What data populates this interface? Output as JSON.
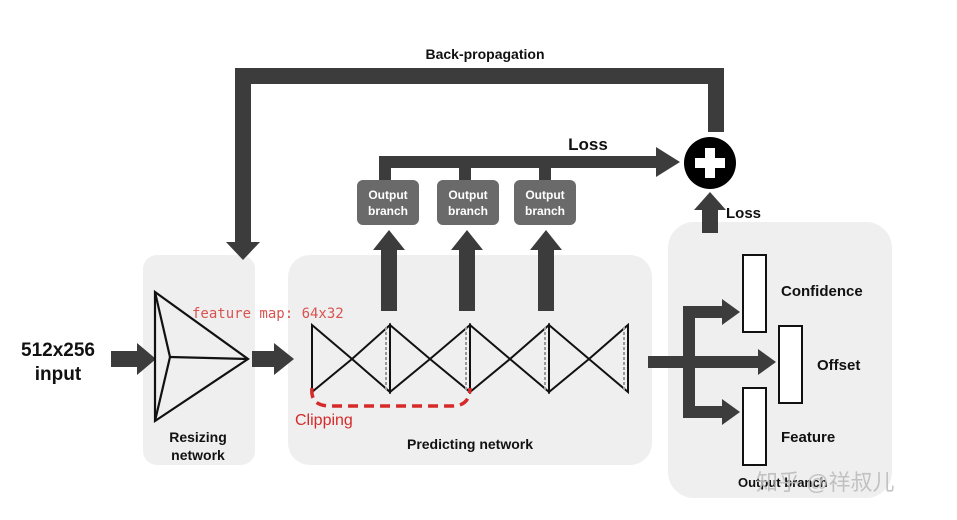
{
  "input_label_line1": "512x256",
  "input_label_line2": "input",
  "backprop_label": "Back-propagation",
  "loss_top_label": "Loss",
  "loss_right_label": "Loss",
  "feature_map_label": "feature map: 64x32",
  "clipping_label": "Clipping",
  "resizing_label_line1": "Resizing",
  "resizing_label_line2": "network",
  "predicting_label": "Predicting network",
  "output_branch_line1": "Output",
  "output_branch_line2": "branch",
  "outputs": {
    "confidence": "Confidence",
    "offset": "Offset",
    "feature": "Feature"
  },
  "output_panel_label": "Output branch",
  "watermark": "知乎 @祥叔儿",
  "colors": {
    "arrow": "#3c3c3c",
    "panel": "#efefef",
    "branch_box": "#6a6a6a",
    "clipping": "#d62a2a",
    "feature_map_text": "#d9534f"
  }
}
